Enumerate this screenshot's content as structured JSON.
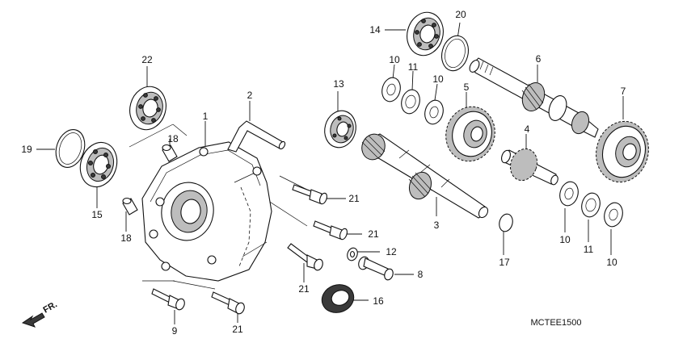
{
  "diagram_code": "MCTEE1500",
  "front_marker": "FR.",
  "callouts": [
    {
      "id": "c1",
      "text": "1"
    },
    {
      "id": "c2",
      "text": "2"
    },
    {
      "id": "c3",
      "text": "3"
    },
    {
      "id": "c4",
      "text": "4"
    },
    {
      "id": "c5",
      "text": "5"
    },
    {
      "id": "c6",
      "text": "6"
    },
    {
      "id": "c7",
      "text": "7"
    },
    {
      "id": "c8",
      "text": "8"
    },
    {
      "id": "c9",
      "text": "9"
    },
    {
      "id": "c10a",
      "text": "10"
    },
    {
      "id": "c10b",
      "text": "10"
    },
    {
      "id": "c10c",
      "text": "10"
    },
    {
      "id": "c10d",
      "text": "10"
    },
    {
      "id": "c11a",
      "text": "11"
    },
    {
      "id": "c11b",
      "text": "11"
    },
    {
      "id": "c12",
      "text": "12"
    },
    {
      "id": "c13",
      "text": "13"
    },
    {
      "id": "c14",
      "text": "14"
    },
    {
      "id": "c15",
      "text": "15"
    },
    {
      "id": "c16",
      "text": "16"
    },
    {
      "id": "c17",
      "text": "17"
    },
    {
      "id": "c18a",
      "text": "18"
    },
    {
      "id": "c18b",
      "text": "18"
    },
    {
      "id": "c19",
      "text": "19"
    },
    {
      "id": "c20",
      "text": "20"
    },
    {
      "id": "c21a",
      "text": "21"
    },
    {
      "id": "c21b",
      "text": "21"
    },
    {
      "id": "c21c",
      "text": "21"
    },
    {
      "id": "c21d",
      "text": "21"
    },
    {
      "id": "c22",
      "text": "22"
    }
  ]
}
